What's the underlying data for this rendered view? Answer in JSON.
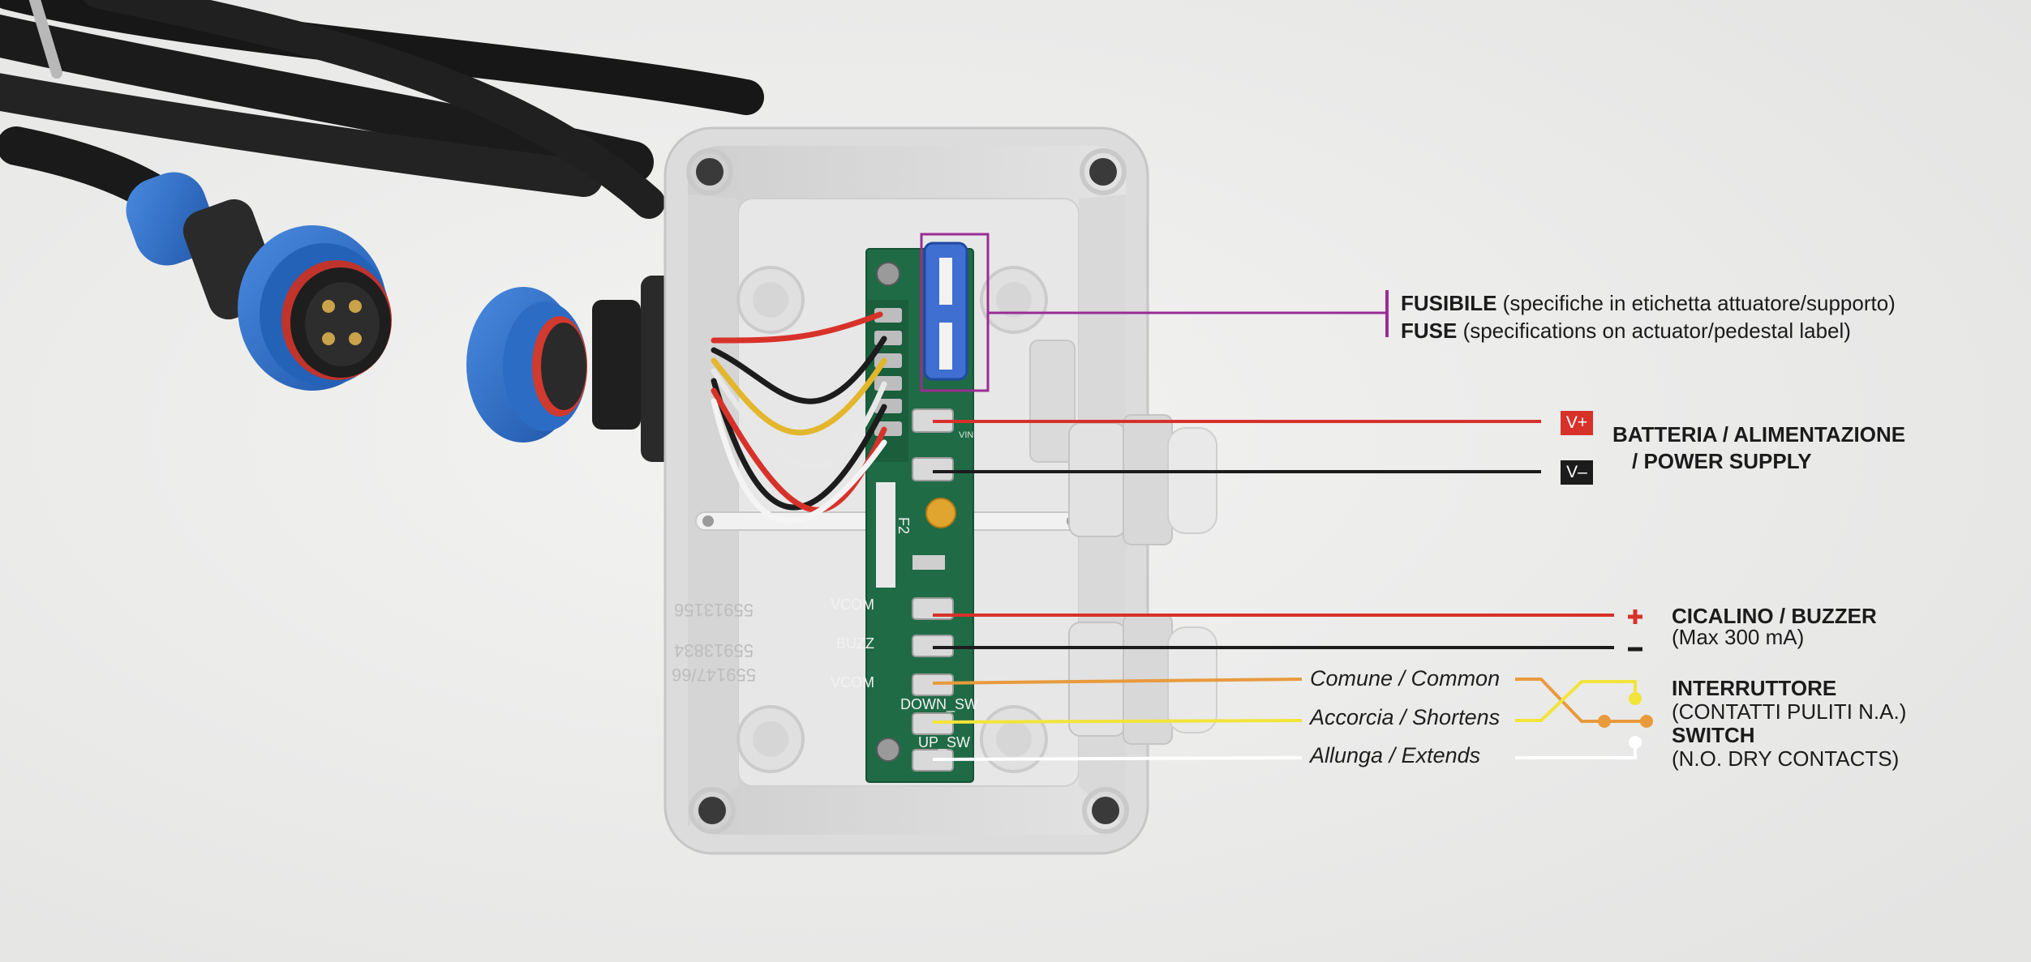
{
  "fuse": {
    "it_bold": "FUSIBILE",
    "it_rest": " (specifiche in etichetta attuatore/supporto)",
    "en_bold": "FUSE",
    "en_rest": " (specifications on actuator/pedestal label)"
  },
  "power": {
    "line1": "BATTERIA / ALIMENTAZIONE",
    "line2": "/ POWER SUPPLY",
    "vplus_badge": "V+",
    "vminus_badge": "V–"
  },
  "buzzer": {
    "plus_symbol": "+",
    "minus_symbol": "–",
    "title": "CICALINO / BUZZER",
    "note": "(Max 300 mA)"
  },
  "switch": {
    "common_label": "Comune / Common",
    "shortens_label": "Accorcia / Shortens",
    "extends_label": "Allunga / Extends",
    "it_title": "INTERRUTTORE",
    "it_note": "(CONTATTI PULITI N.A.)",
    "en_title": "SWITCH",
    "en_note": "(N.O. DRY CONTACTS)"
  },
  "pcb": {
    "terminals": [
      "VCOM",
      "BUZZ",
      "VCOM",
      "DOWN_SW",
      "UP_SW"
    ],
    "fuse_ref": "F2",
    "vin_label": "VIN",
    "box_codes": [
      "55913156",
      "55913834",
      "559147/66"
    ]
  },
  "colors": {
    "red": "#d7322a",
    "black": "#1c1c1c",
    "orange": "#e89a3c",
    "yellow": "#f2e43a",
    "white": "#ffffff",
    "purple": "#9b2c94",
    "pcb_green": "#1f6b45",
    "connector_blue": "#2f73c9"
  }
}
